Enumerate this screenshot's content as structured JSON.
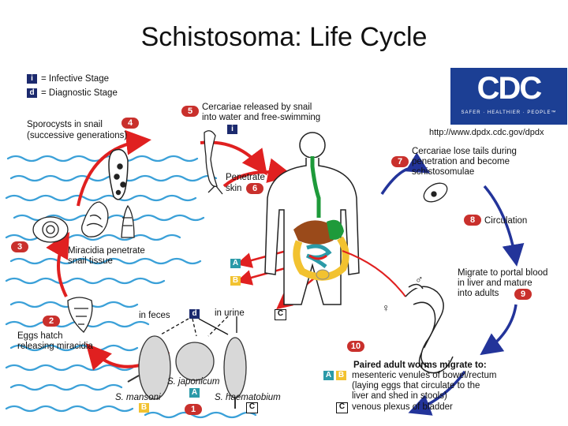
{
  "title": "Schistosoma: Life Cycle",
  "cdc": {
    "logo": "CDC",
    "tagline": "SAFER · HEALTHIER · PEOPLE™",
    "url": "http://www.dpdx.cdc.gov/dpdx"
  },
  "legend": {
    "infective_marker": "i",
    "infective_label": "= Infective Stage",
    "diagnostic_marker": "d",
    "diagnostic_label": "= Diagnostic Stage"
  },
  "steps": {
    "s1": {
      "num": "1"
    },
    "s2": {
      "num": "2",
      "line1": "Eggs hatch",
      "line2": "releasing miracidia"
    },
    "s3": {
      "num": "3",
      "line1": "Miracidia penetrate",
      "line2": "snail tissue"
    },
    "s4": {
      "num": "4",
      "line1": "Sporocysts in snail",
      "line2": "(successive generations)"
    },
    "s5": {
      "num": "5",
      "line1": "Cercariae released by snail",
      "line2": "into water and free-swimming"
    },
    "s6": {
      "num": "6",
      "line1": "Penetrate",
      "line2": "skin"
    },
    "s7": {
      "num": "7",
      "line1": "Cercariae lose tails during",
      "line2": "penetration and become",
      "line3": "schistosomulae"
    },
    "s8": {
      "num": "8",
      "line1": "Circulation"
    },
    "s9": {
      "num": "9",
      "line1": "Migrate to portal blood",
      "line2": "in liver and mature",
      "line3": "into adults"
    },
    "s10": {
      "num": "10",
      "line1": "Paired adult worms migrate to:",
      "line2": "mesenteric venules of bowel/rectum",
      "line3": "(laying eggs that circulate to the",
      "line4": "liver and shed in stools)",
      "line5": "venous plexus of bladder"
    }
  },
  "eggs": {
    "in_feces": "in feces",
    "in_urine": "in urine",
    "mansoni": "S. mansoni",
    "japonicum": "S. japonicum",
    "haematobium": "S. haematobium"
  },
  "markers": {
    "A": "A",
    "B": "B",
    "C": "C",
    "d": "d",
    "i": "i"
  },
  "symbols": {
    "female": "♀",
    "male": "♂"
  },
  "colors": {
    "water": "#3aa0d8",
    "arrow_red": "#e02020",
    "arrow_blue": "#23349a",
    "badge": "#c9302c",
    "marker_A": "#2b9aa8",
    "marker_B": "#f2c230",
    "cdc_blue": "#1c3f94"
  }
}
